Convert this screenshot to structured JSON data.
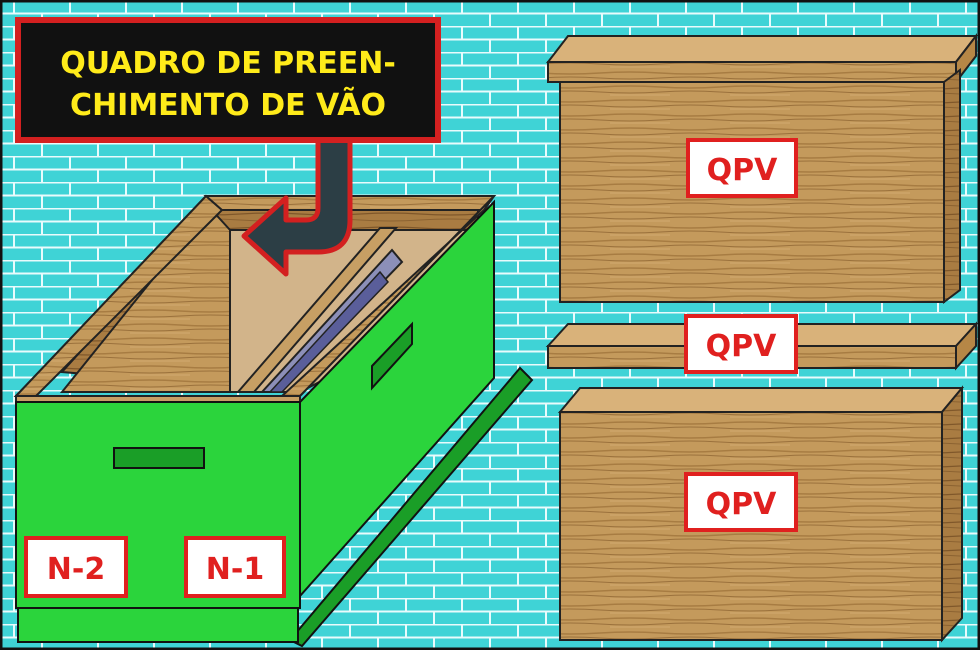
{
  "callout": {
    "line1": "QUADRO DE PREEN-",
    "line2": "CHIMENTO DE VÃO"
  },
  "labels": {
    "n2": "N-2",
    "n1": "N-1",
    "qpv_top": "QPV",
    "qpv_mid": "QPV",
    "qpv_bottom": "QPV"
  },
  "colors": {
    "wall": "#3FD3D6",
    "brick_lines": "#E9FBFC",
    "hive_green": "#2BD43C",
    "hive_green_dark": "#1A9E27",
    "wood": "#C49A5C",
    "wood_dark": "#8A6130",
    "label_red": "#E0201F",
    "callout_bg": "#111111",
    "callout_text": "#FFEB1A",
    "arrow": "#2C3E45"
  }
}
